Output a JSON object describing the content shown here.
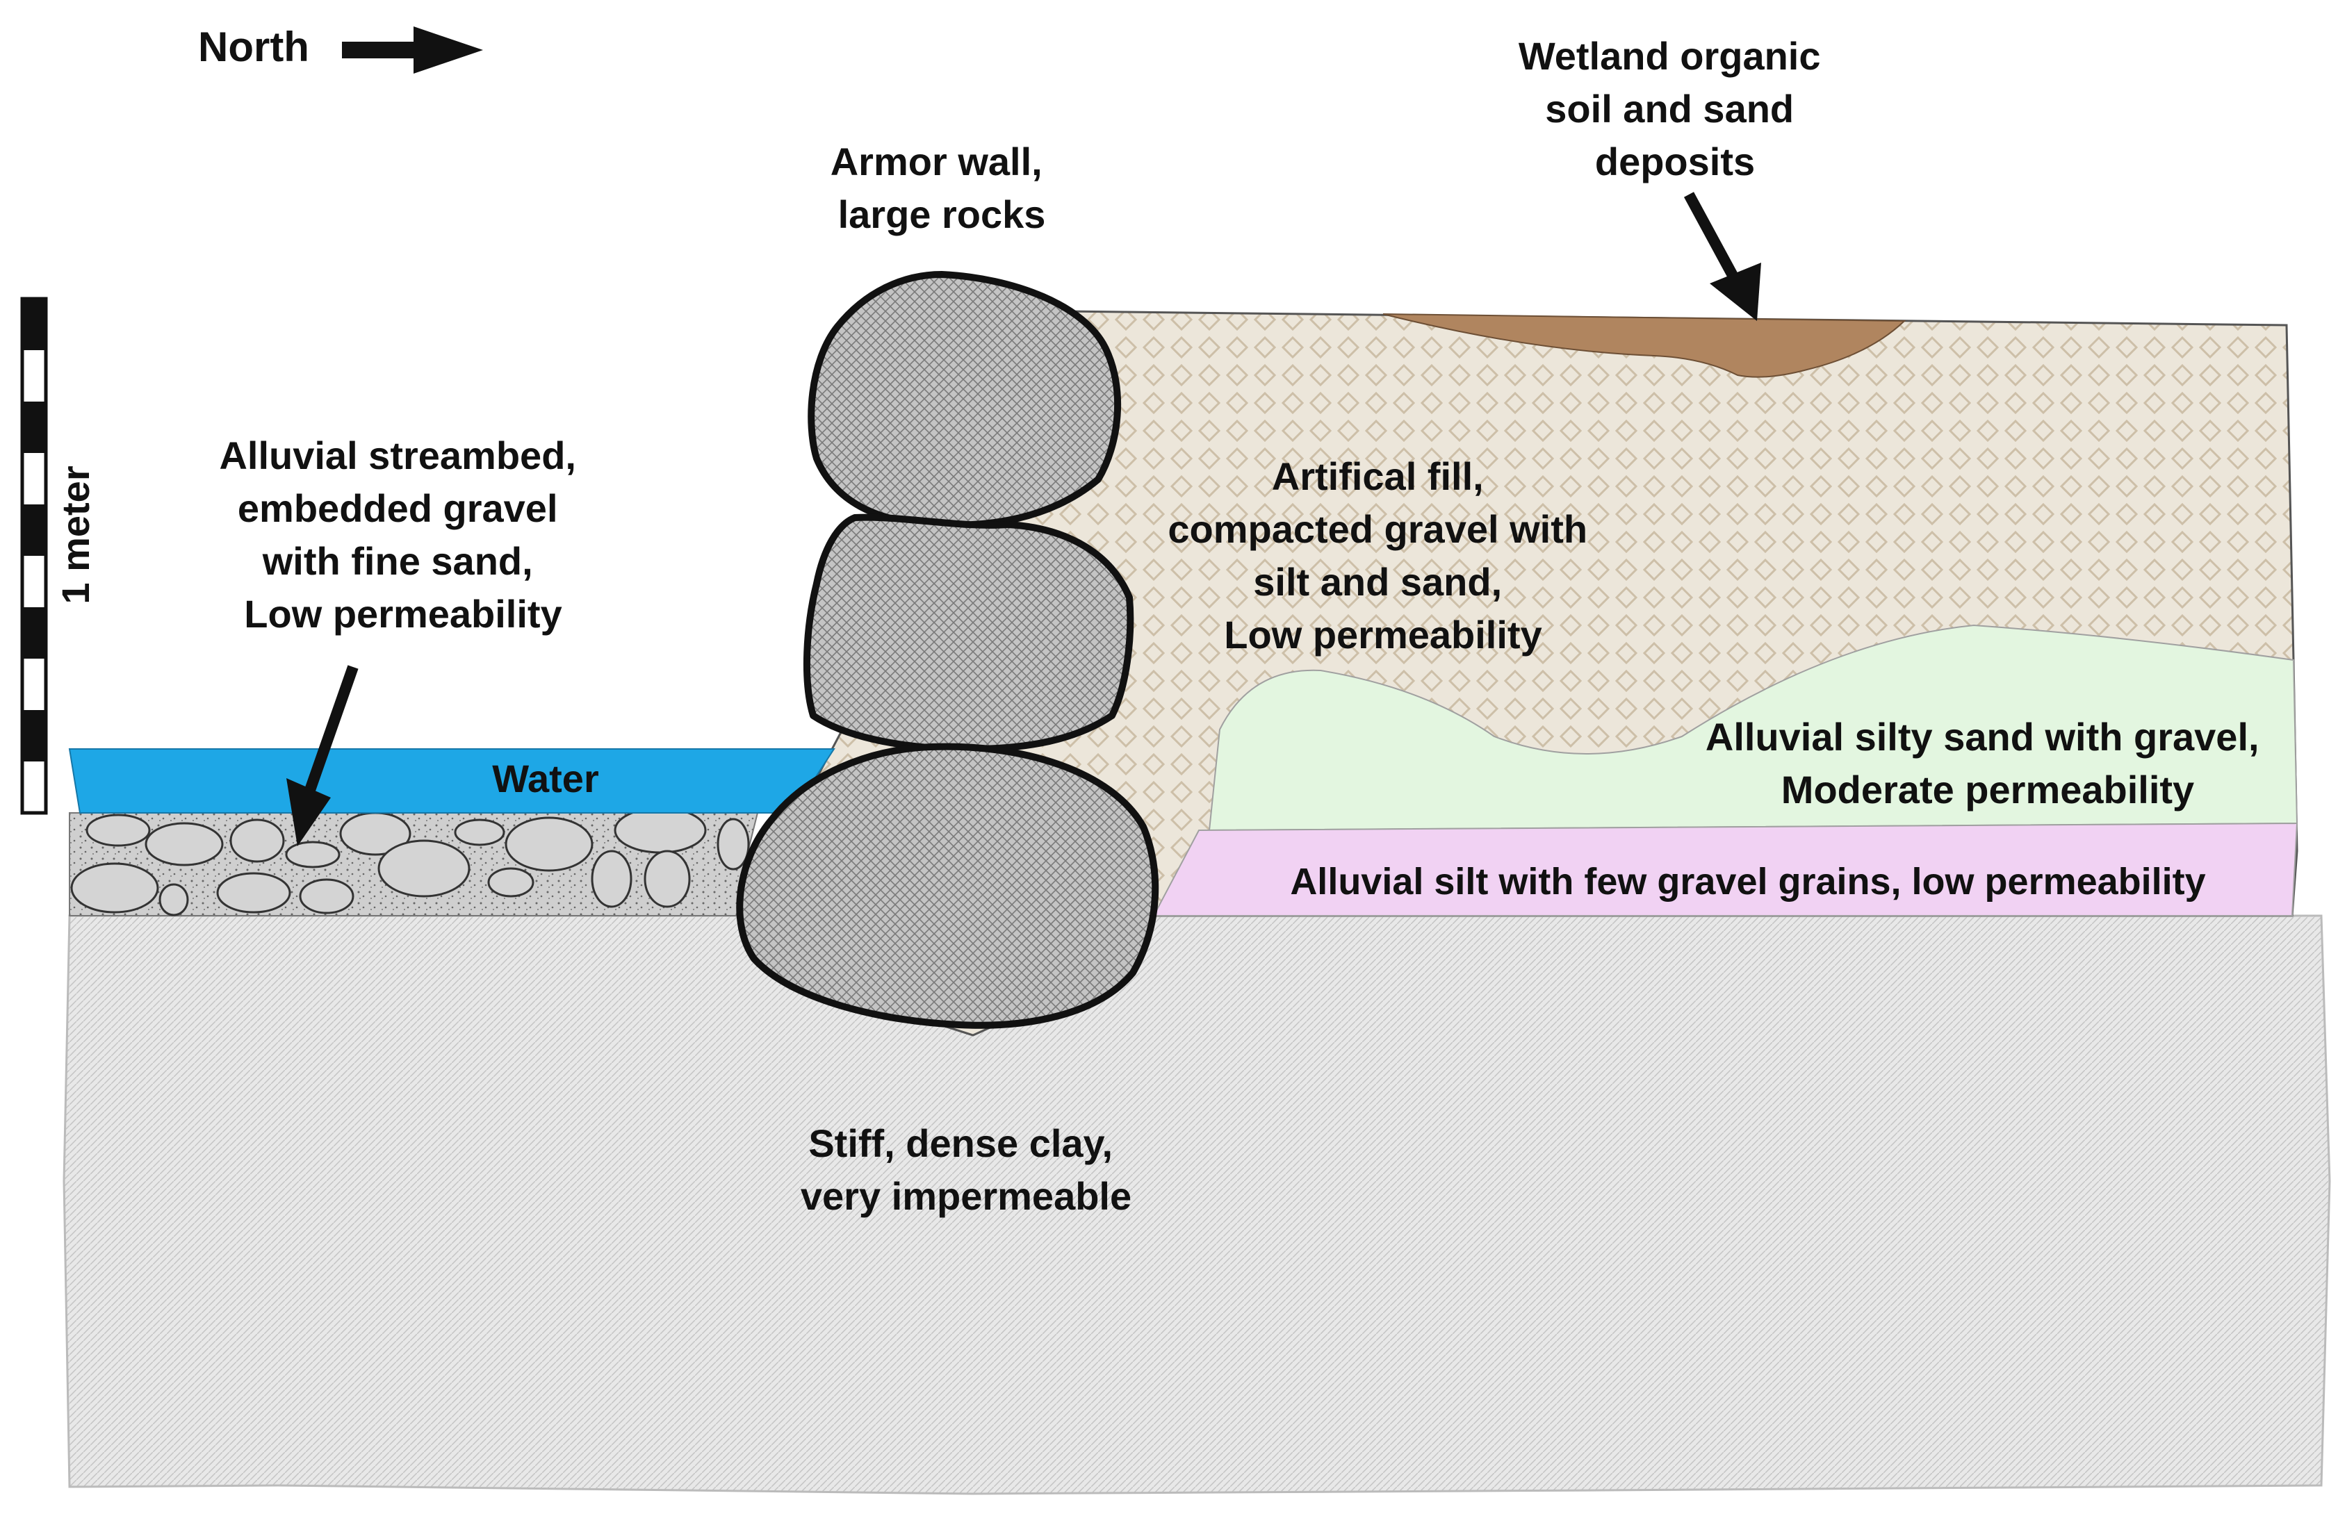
{
  "compass": {
    "label": "North",
    "icon": "right-arrow-icon"
  },
  "scale_bar": {
    "label": "1 meter",
    "segments": 10
  },
  "layers": {
    "water": {
      "label": "Water",
      "color": "#1ea7e6"
    },
    "streambed": {
      "lines": [
        "Alluvial streambed,",
        "embedded gravel",
        "with fine sand,",
        "Low permeability"
      ],
      "color": "#c9c9c9"
    },
    "armor_wall": {
      "lines": [
        "Armor wall,",
        "large rocks"
      ],
      "color": "#bdbdbd"
    },
    "wetland": {
      "lines": [
        "Wetland organic",
        "soil and sand",
        "deposits"
      ],
      "color": "#b0855f"
    },
    "fill": {
      "lines": [
        "Artifical fill,",
        "compacted gravel with",
        "silt and sand,",
        "Low permeability"
      ],
      "color": "#ece6da"
    },
    "silty_sand": {
      "lines": [
        "Alluvial silty sand with gravel,",
        "Moderate permeability"
      ],
      "color": "#e3f6e0"
    },
    "silt": {
      "label": "Alluvial silt with few gravel grains, low permeability",
      "color": "#f1d2f3"
    },
    "clay": {
      "lines": [
        "Stiff, dense clay,",
        "very impermeable"
      ],
      "color": "#e6e6e6"
    }
  }
}
